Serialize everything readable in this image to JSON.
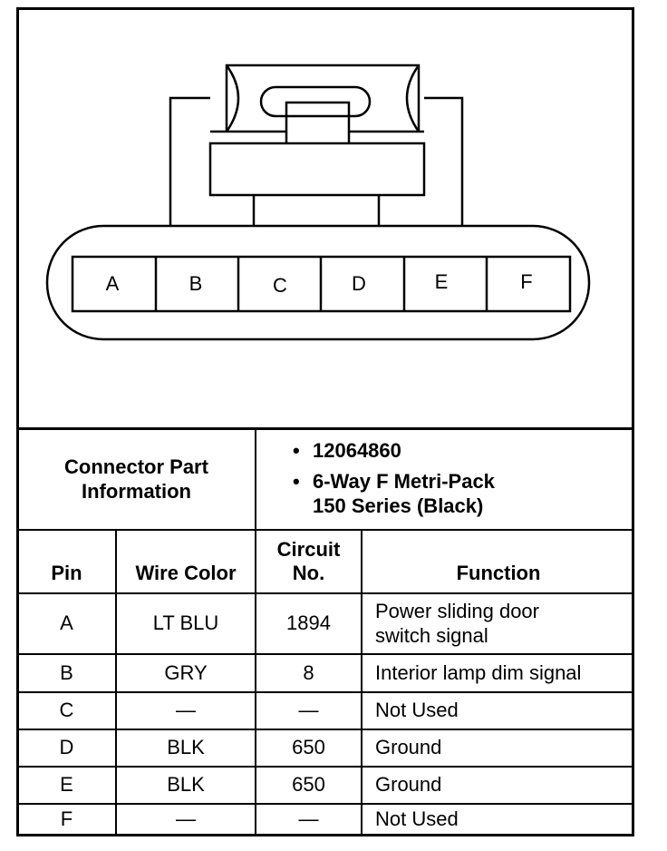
{
  "connector": {
    "pin_labels": [
      "A",
      "B",
      "C",
      "D",
      "E",
      "F"
    ]
  },
  "info": {
    "label_line1": "Connector Part",
    "label_line2": "Information",
    "bullets": [
      {
        "line1": "12064860",
        "line2": ""
      },
      {
        "line1": "6-Way F Metri-Pack",
        "line2": "150 Series (Black)"
      }
    ]
  },
  "table": {
    "headers": {
      "pin": "Pin",
      "wire_color": "Wire Color",
      "circuit_line1": "Circuit",
      "circuit_line2": "No.",
      "function": "Function"
    },
    "rows": [
      {
        "pin": "A",
        "wire_color": "LT BLU",
        "circuit": "1894",
        "function_line1": "Power sliding door",
        "function_line2": "switch signal"
      },
      {
        "pin": "B",
        "wire_color": "GRY",
        "circuit": "8",
        "function_line1": "Interior lamp dim signal",
        "function_line2": ""
      },
      {
        "pin": "C",
        "wire_color": "—",
        "circuit": "—",
        "function_line1": "Not Used",
        "function_line2": ""
      },
      {
        "pin": "D",
        "wire_color": "BLK",
        "circuit": "650",
        "function_line1": "Ground",
        "function_line2": ""
      },
      {
        "pin": "E",
        "wire_color": "BLK",
        "circuit": "650",
        "function_line1": "Ground",
        "function_line2": ""
      },
      {
        "pin": "F",
        "wire_color": "—",
        "circuit": "—",
        "function_line1": "Not Used",
        "function_line2": ""
      }
    ]
  }
}
